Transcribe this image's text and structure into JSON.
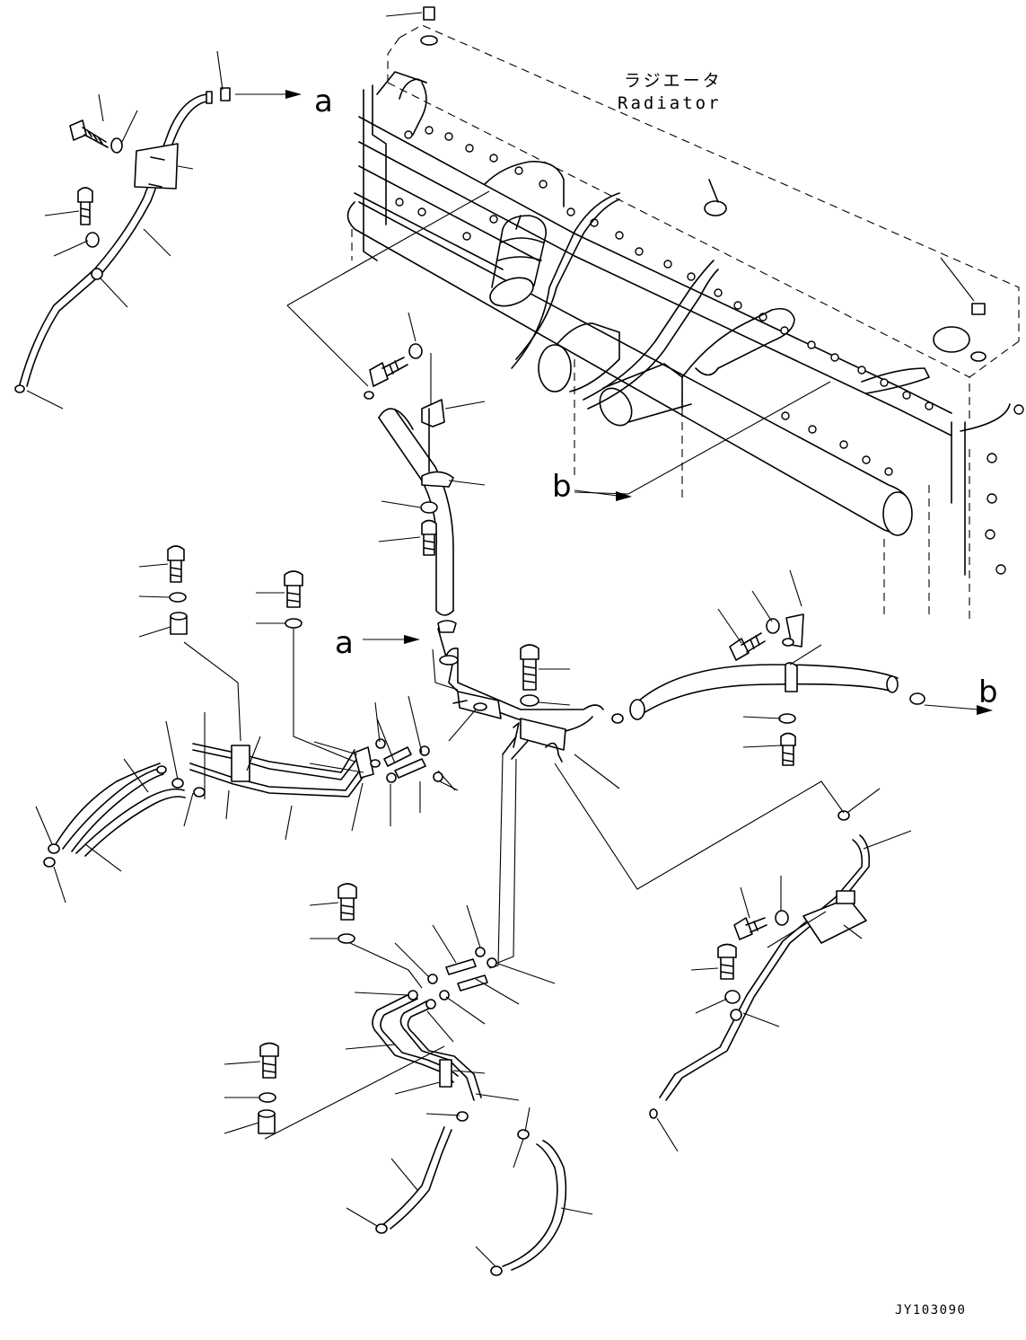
{
  "radiator_label_jp": "ラジエータ",
  "radiator_label_en": "Radiator",
  "ref_a": "a",
  "ref_b": "b",
  "drawing_number": "JY103090"
}
